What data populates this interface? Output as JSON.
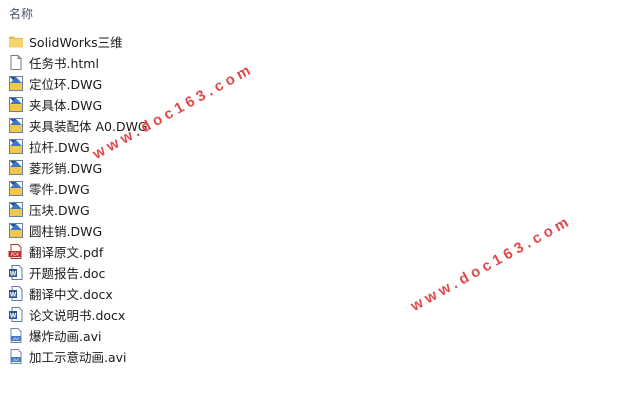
{
  "column_header": "名称",
  "files": [
    {
      "name": "SolidWorks三维",
      "icon": "folder-icon"
    },
    {
      "name": "任务书.html",
      "icon": "html-file-icon"
    },
    {
      "name": "定位环.DWG",
      "icon": "dwg-file-icon"
    },
    {
      "name": "夹具体.DWG",
      "icon": "dwg-file-icon"
    },
    {
      "name": "夹具装配体 A0.DWG",
      "icon": "dwg-file-icon"
    },
    {
      "name": "拉杆.DWG",
      "icon": "dwg-file-icon"
    },
    {
      "name": "菱形销.DWG",
      "icon": "dwg-file-icon"
    },
    {
      "name": "零件.DWG",
      "icon": "dwg-file-icon"
    },
    {
      "name": "压块.DWG",
      "icon": "dwg-file-icon"
    },
    {
      "name": "圆柱销.DWG",
      "icon": "dwg-file-icon"
    },
    {
      "name": "翻译原文.pdf",
      "icon": "pdf-file-icon"
    },
    {
      "name": "开题报告.doc",
      "icon": "word-file-icon"
    },
    {
      "name": "翻译中文.docx",
      "icon": "word-file-icon"
    },
    {
      "name": "论文说明书.docx",
      "icon": "word-file-icon"
    },
    {
      "name": "爆炸动画.avi",
      "icon": "avi-file-icon"
    },
    {
      "name": "加工示意动画.avi",
      "icon": "avi-file-icon"
    }
  ],
  "watermarks": [
    "www.doc163.com",
    "www.doc163.com"
  ]
}
